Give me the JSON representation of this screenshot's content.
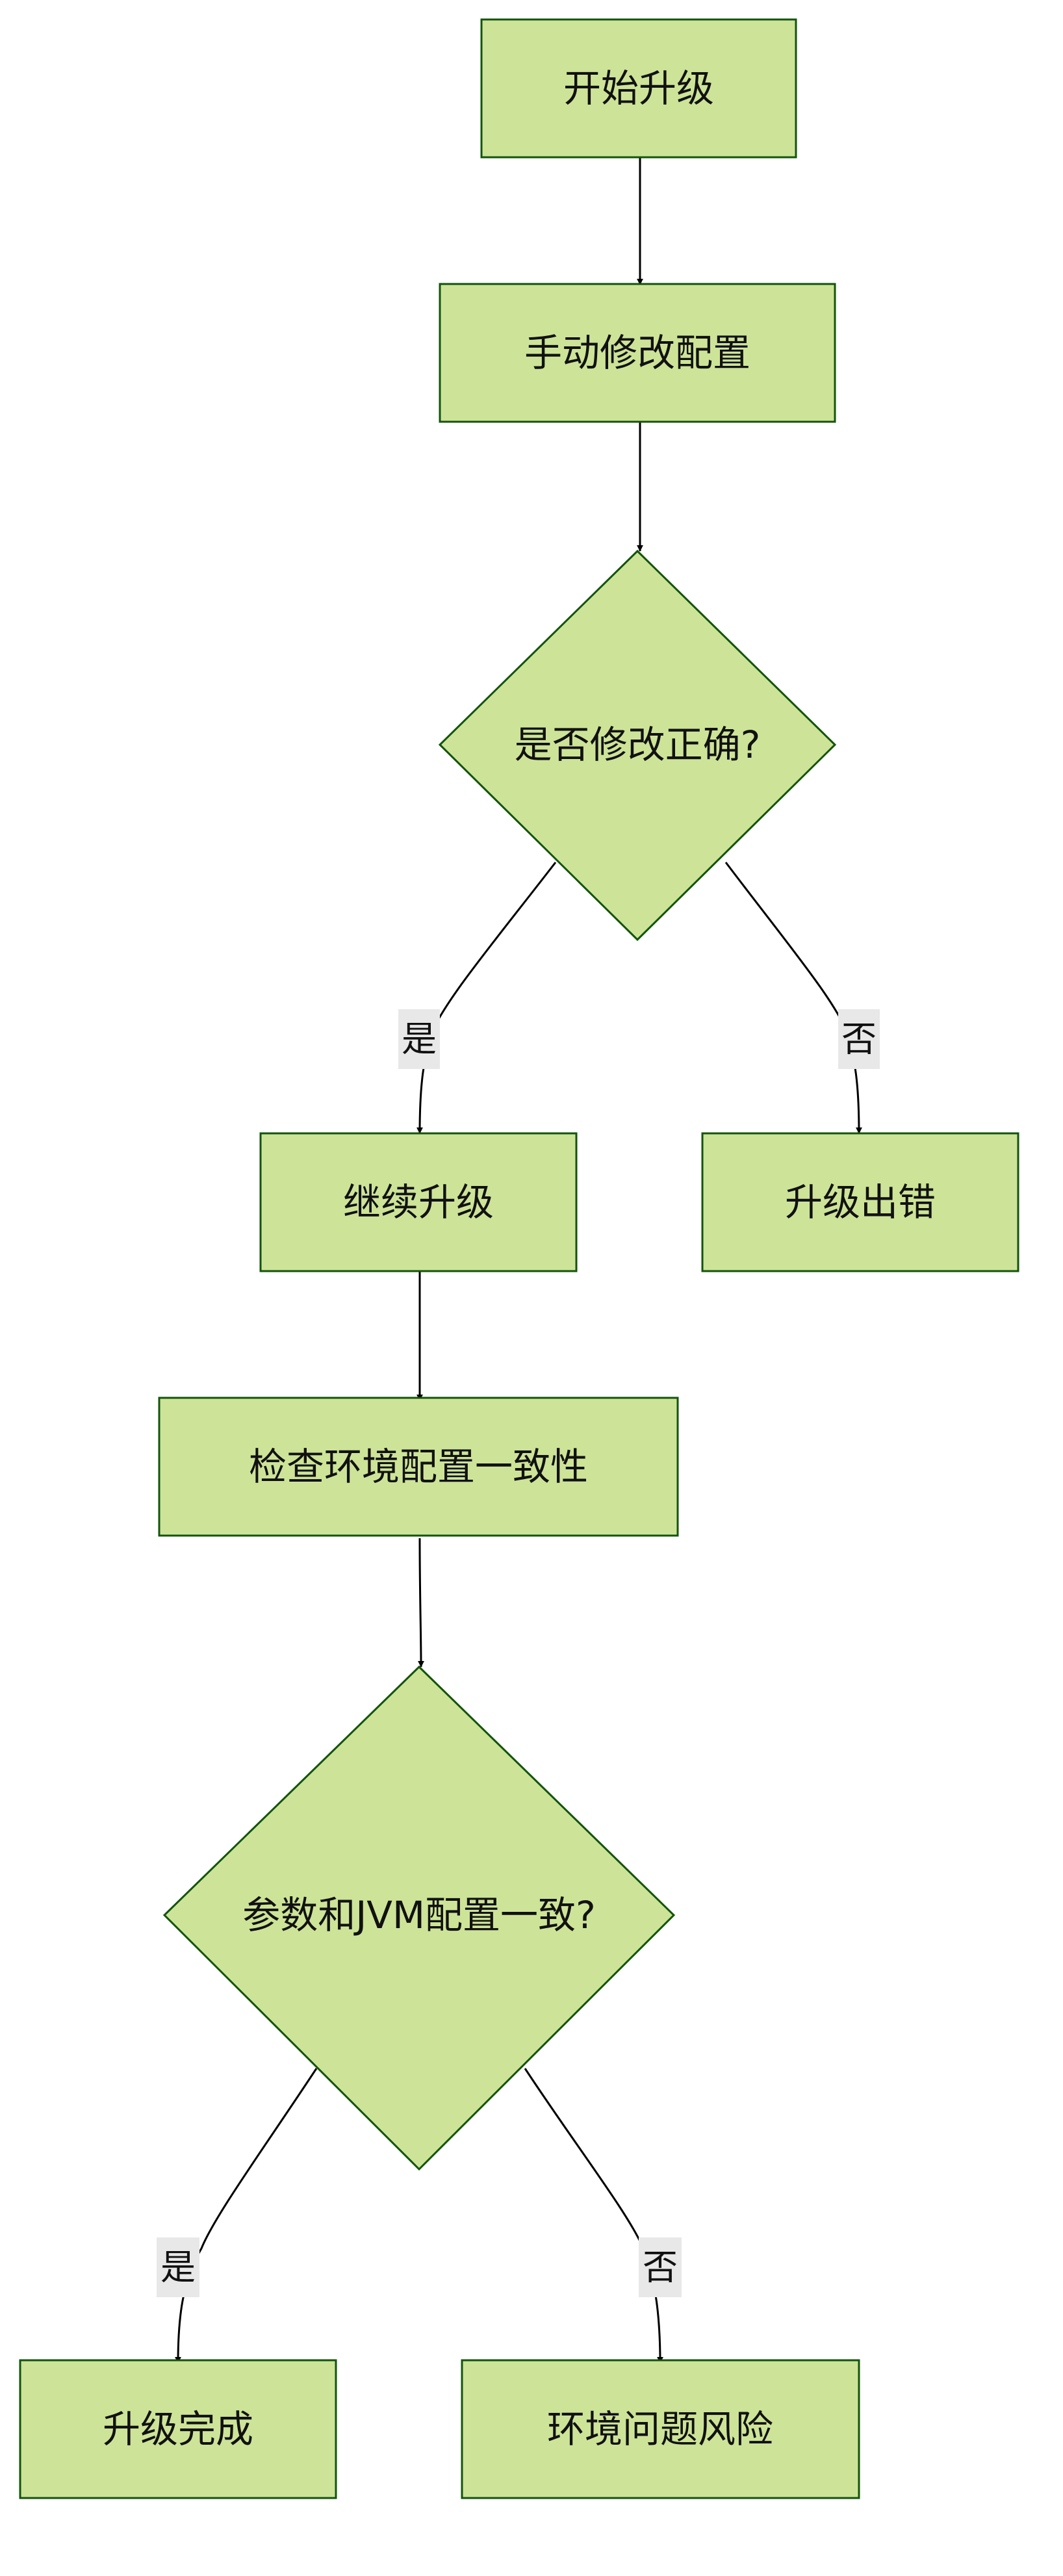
{
  "diagram": {
    "colors": {
      "node_fill": "#cde498",
      "node_stroke": "#13540c",
      "edge": "#000000",
      "edge_label_bg": "#e8e8e8"
    },
    "nodes": {
      "start": "开始升级",
      "manual_edit": "手动修改配置",
      "check_correct": "是否修改正确?",
      "continue": "继续升级",
      "upgrade_error": "升级出错",
      "check_env": "检查环境配置一致性",
      "check_jvm": "参数和JVM配置一致?",
      "upgrade_done": "升级完成",
      "env_risk": "环境问题风险"
    },
    "edge_labels": {
      "correct_yes": "是",
      "correct_no": "否",
      "jvm_yes": "是",
      "jvm_no": "否"
    }
  }
}
